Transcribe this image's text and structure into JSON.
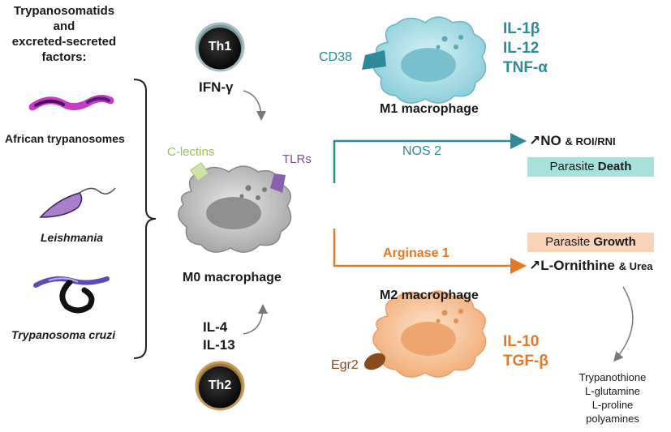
{
  "left_panel": {
    "heading_lines": [
      "Trypanosomatids",
      "and",
      "excreted-secreted",
      "factors:"
    ],
    "parasites": [
      "African trypanosomes",
      "Leishmania",
      "Trypanosoma cruzi"
    ]
  },
  "th1": {
    "label": "Th1",
    "cytokine": "IFN-γ"
  },
  "th2": {
    "label": "Th2",
    "cytokines": [
      "IL-4",
      "IL-13"
    ]
  },
  "m0": {
    "title": "M0 macrophage",
    "receptor_left": "C-lectins",
    "receptor_right": "TLRs"
  },
  "m1": {
    "title": "M1 macrophage",
    "marker": "CD38",
    "cytokines": [
      "IL-1β",
      "IL-12",
      "TNF-α"
    ]
  },
  "m2": {
    "title": "M2 macrophage",
    "marker": "Egr2",
    "cytokines": [
      "IL-10",
      "TGF-β"
    ]
  },
  "pathways": {
    "m1_enzyme": "NOS 2",
    "m1_product_main": "↗NO",
    "m1_product_rest": "& ROI/RNI",
    "m1_outcome_prefix": "Parasite ",
    "m1_outcome_strong": "Death",
    "m2_enzyme": "Arginase 1",
    "m2_product_main": "↗L-Ornithine",
    "m2_product_rest": "& Urea",
    "m2_outcome_prefix": "Parasite ",
    "m2_outcome_strong": "Growth",
    "downstream": [
      "Trypanothione",
      "L-glutamine",
      "L-proline",
      "polyamines"
    ]
  },
  "colors": {
    "teal": "#2e8a96",
    "orange": "#e07a2a",
    "m1_cell": "#a9dde6",
    "m2_cell": "#f5c49a",
    "m0_cell": "#c4c4c4",
    "death_box": "#a8e0dc",
    "growth_box": "#f9d3b8",
    "clectin": "#cfe3a6",
    "tlr": "#8b5fb0"
  }
}
